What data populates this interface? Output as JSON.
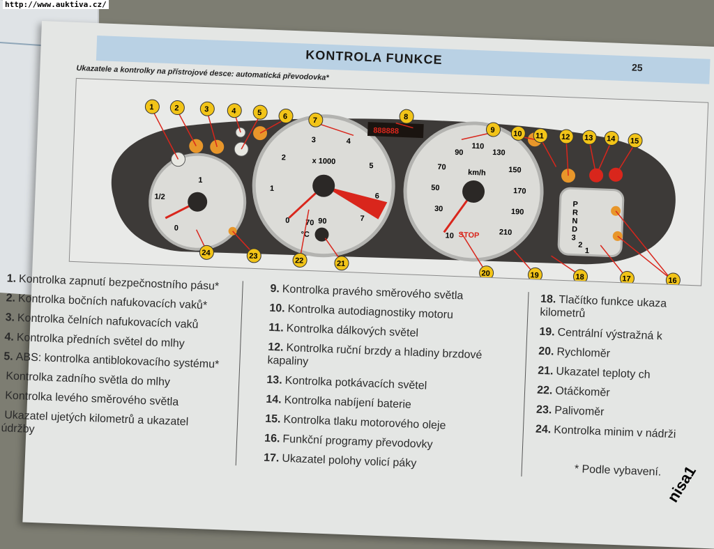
{
  "url_tag": "http://www.auktiva.cz/",
  "watermark": "nisa1",
  "page": {
    "title": "KONTROLA FUNKCE",
    "page_number": "25",
    "subtitle": "Ukazatele a kontrolky na přístrojové desce: automatická převodovka*"
  },
  "diagram": {
    "callouts": [
      "1",
      "2",
      "3",
      "4",
      "5",
      "6",
      "7",
      "8",
      "9",
      "10",
      "11",
      "12",
      "13",
      "14",
      "15",
      "16",
      "17",
      "18",
      "19",
      "20",
      "21",
      "22",
      "23",
      "24"
    ],
    "odometer": "888888",
    "tachometer_ticks": [
      "0",
      "1",
      "2",
      "3",
      "4",
      "5",
      "6",
      "7"
    ],
    "tachometer_unit": "x 1000",
    "speedometer_ticks": [
      "10",
      "30",
      "50",
      "70",
      "90",
      "110",
      "130",
      "150",
      "170",
      "190",
      "210"
    ],
    "speedometer_unit": "km/h",
    "fuel_ticks": [
      "0",
      "1/2",
      "1"
    ],
    "temp_ticks": [
      "70",
      "90"
    ],
    "temp_unit": "°C",
    "stop_label": "STOP",
    "gear_positions": [
      "P",
      "R",
      "N",
      "D",
      "3",
      "2",
      "1"
    ],
    "colors": {
      "callout": "#f2c418",
      "warning": "#d9261c",
      "amber": "#e8962a",
      "cluster": "#3d3a38"
    }
  },
  "legend": {
    "col1": [
      {
        "num": "1.",
        "text": "Kontrolka zapnutí bezpečnostního pásu*"
      },
      {
        "num": "2.",
        "text": "Kontrolka bočních nafukovacích vaků*"
      },
      {
        "num": "3.",
        "text": "Kontrolka čelních nafukovacích vaků"
      },
      {
        "num": "4.",
        "text": "Kontrolka předních světel do mlhy"
      },
      {
        "num": "5.",
        "text": "ABS: kontrolka antiblokovacího systému*"
      },
      {
        "num": "",
        "text": "Kontrolka zadního světla do mlhy"
      },
      {
        "num": "",
        "text": "Kontrolka levého směrového světla"
      },
      {
        "num": "",
        "text": "Ukazatel ujetých kilometrů a ukazatel údržby"
      }
    ],
    "col2": [
      {
        "num": "9.",
        "text": "Kontrolka pravého směrového světla"
      },
      {
        "num": "10.",
        "text": "Kontrolka autodiagnostiky motoru"
      },
      {
        "num": "11.",
        "text": "Kontrolka dálkových světel"
      },
      {
        "num": "12.",
        "text": "Kontrolka ruční brzdy a hladiny brzdové kapaliny"
      },
      {
        "num": "13.",
        "text": "Kontrolka potkávacích světel"
      },
      {
        "num": "14.",
        "text": "Kontrolka nabíjení baterie"
      },
      {
        "num": "15.",
        "text": "Kontrolka tlaku motorového oleje"
      },
      {
        "num": "16.",
        "text": "Funkční programy převodovky"
      },
      {
        "num": "17.",
        "text": "Ukazatel polohy volicí páky"
      }
    ],
    "col3": [
      {
        "num": "18.",
        "text": "Tlačítko funkce ukaza kilometrů"
      },
      {
        "num": "19.",
        "text": "Centrální výstražná k"
      },
      {
        "num": "20.",
        "text": "Rychloměr"
      },
      {
        "num": "21.",
        "text": "Ukazatel teploty ch"
      },
      {
        "num": "22.",
        "text": "Otáčkoměr"
      },
      {
        "num": "23.",
        "text": "Palivoměr"
      },
      {
        "num": "24.",
        "text": "Kontrolka minim v nádrži"
      }
    ],
    "footnote": "* Podle vybavení."
  }
}
